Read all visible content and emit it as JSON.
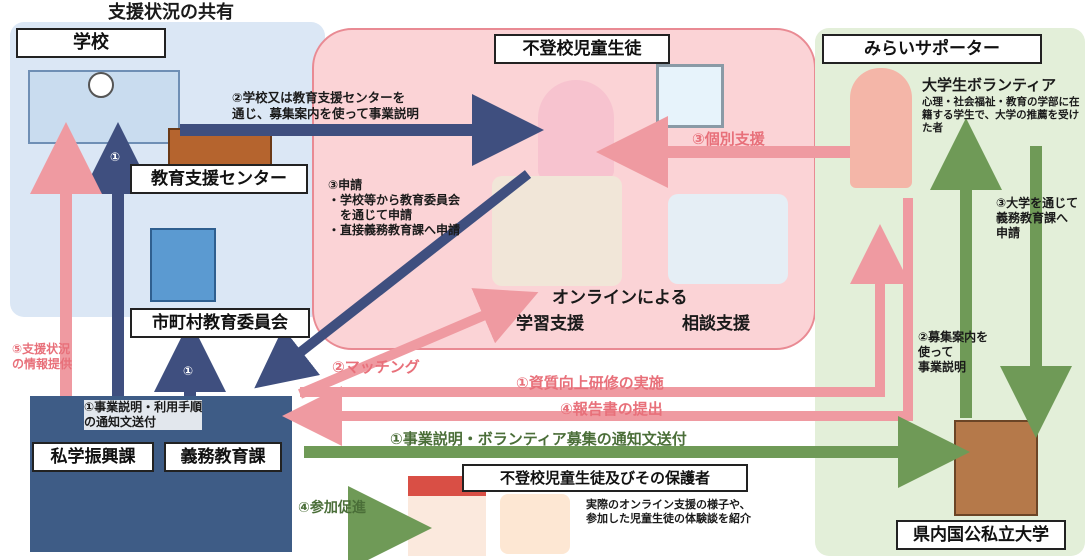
{
  "title": "支援状況の共有",
  "zones": {
    "school_label": "学校",
    "student_label": "不登校児童生徒",
    "supporter_label": "みらいサポーター"
  },
  "nodes": {
    "edu_center": "教育支援センター",
    "city_board": "市町村教育委員会",
    "private_div": "私学振興課",
    "compulsory_div": "義務教育課",
    "guardians": "不登校児童生徒及びその保護者",
    "university": "県内国公私立大学"
  },
  "volunteer": {
    "title": "大学生ボランティア",
    "desc": "心理・社会福祉・教育の学部に在籍する学生で、大学の推薦を受けた者"
  },
  "online": {
    "heading": "オンラインによる",
    "learning": "学習支援",
    "consult": "相談支援"
  },
  "steps": {
    "s2_school": "②学校又は教育支援センターを\n 通じ、募集案内を使って事業説明",
    "s3_apply": "③申請\n・学校等から教育委員会\n　を通じて申請\n・直接義務教育課へ申請",
    "s3_individual": "③個別支援",
    "s3_univ": "③大学を通じて\n義務教育課へ\n申請",
    "s2_recruit": "②募集案内を\n使って\n事業説明",
    "s2_matching": "②マッチング",
    "s1_training": "①資質向上研修の実施",
    "s4_report": "④報告書の提出",
    "s1_notice": "①事業説明・ボランティア募集の通知文送付",
    "s5_share": "⑤支援状況\nの情報提供",
    "s1_procedure": "①事業説明・利用手順\nの通知文送付",
    "s4_promote": "④参加促進",
    "circle1a": "①",
    "circle1b": "①",
    "showcase": "実際のオンライン支援の様子や、\n参加した児童生徒の体験談を紹介"
  },
  "colors": {
    "blue_zone": "#dbe7f5",
    "pink_zone": "#fbd3d6",
    "green_zone": "#e3efd9",
    "navy_arrow": "#3f4f7f",
    "pink_arrow": "#ef9aa1",
    "green_arrow": "#6f9a57"
  }
}
